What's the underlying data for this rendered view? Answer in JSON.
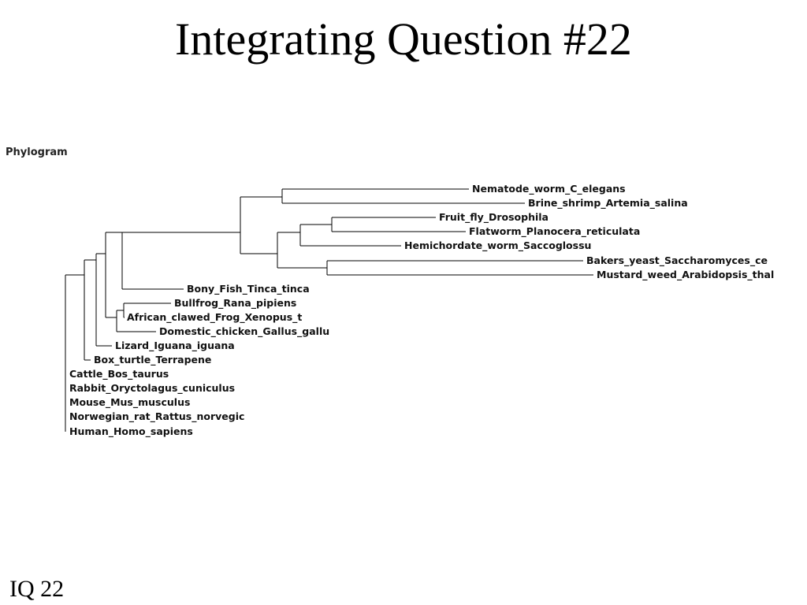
{
  "slide": {
    "title": "Integrating Question #22",
    "footer": "IQ 22"
  },
  "phylogram": {
    "heading": "Phylogram",
    "leaves": [
      "Nematode_worm_C_elegans",
      "Brine_shrimp_Artemia_salina",
      "Fruit_fly_Drosophila",
      "Flatworm_Planocera_reticulata",
      "Hemichordate_worm_Saccoglossu",
      "Bakers_yeast_Saccharomyces_ce",
      "Mustard_weed_Arabidopsis_thal",
      "Bony_Fish_Tinca_tinca",
      "Bullfrog_Rana_pipiens",
      "African_clawed_Frog_Xenopus_t",
      "Domestic_chicken_Gallus_gallu",
      "Lizard_Iguana_iguana",
      "Box_turtle_Terrapene",
      "Cattle_Bos_taurus",
      "Rabbit_Oryctolagus_cuniculus",
      "Mouse_Mus_musculus",
      "Norwegian_rat_Rattus_norvegic",
      "Human_Homo_sapiens"
    ]
  }
}
